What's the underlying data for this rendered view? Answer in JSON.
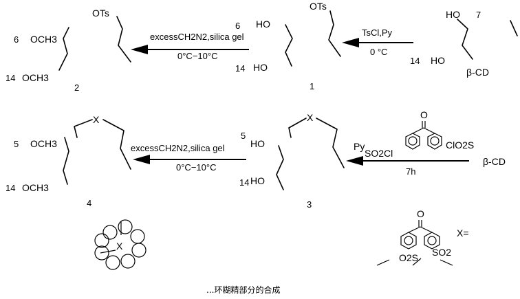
{
  "row1": {
    "reagent": "β-CD",
    "reagent_equiv": "7",
    "diol_equiv": "14",
    "step1_conditions_top": "TsCl,Py",
    "step1_conditions_bottom": "0 °C",
    "compound1_number": "1",
    "compound1_groups": {
      "top": "OTs",
      "ho_top": "HO",
      "ho_bottom": "HO"
    },
    "step2_equiv_top": "6",
    "step2_conditions_top": "excessCH2N2,silica gel",
    "step2_conditions_bottom": "0°C−10°C",
    "step2_equiv_bottom": "14",
    "compound2_number": "2",
    "compound2_groups": {
      "top": "OTs",
      "och3_top": "OCH3",
      "och3_bottom": "OCH3",
      "top_count": "6",
      "bottom_count": "14"
    }
  },
  "row2": {
    "reagent": "β-CD",
    "sulfonyl": "ClO2S",
    "sulfonyl2": "SO2Cl",
    "pyridine": "Py",
    "carbonyl_o": "O",
    "time": "7h",
    "compound3_number": "3",
    "x_label": "X",
    "ho_top": "HO",
    "ho_bottom": "HO",
    "step_equiv_top": "5",
    "step_conditions_top": "excessCH2N2,silica gel",
    "step_conditions_bottom": "0°C−10°C",
    "step_equiv_bottom": "14",
    "compound4_number": "4",
    "och3_top": "OCH3",
    "och3_bottom": "OCH3",
    "top_count": "5",
    "bottom_count": "14"
  },
  "legend": {
    "x_label": "X=",
    "so2_left": "SO2",
    "so2_right": "O2S",
    "carbonyl_o": "O",
    "cd_x_label": "X"
  },
  "caption": "...环糊精部分的合成"
}
